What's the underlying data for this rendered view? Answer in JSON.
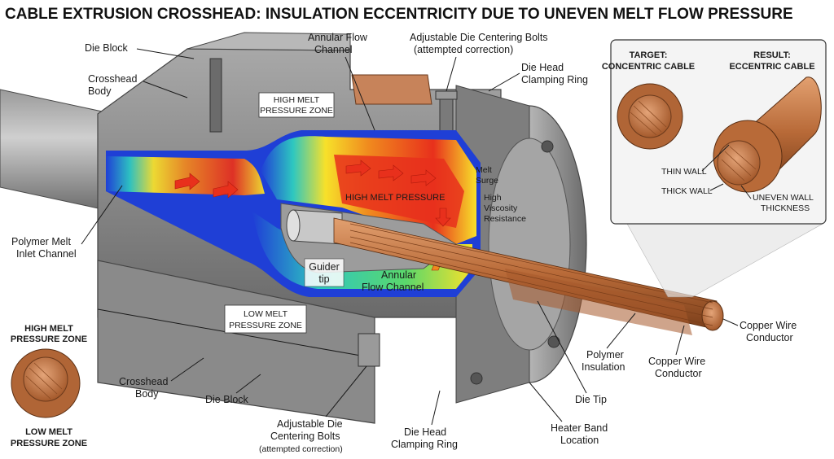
{
  "title": "CABLE EXTRUSION CROSSHEAD: INSULATION ECCENTRICITY DUE TO UNEVEN MELT FLOW PRESSURE",
  "labels": {
    "die_block_top": "Die Block",
    "crosshead_body_top": [
      "Crosshead",
      "Body"
    ],
    "annular_flow_channel_top": [
      "Annular Flow",
      "Channel"
    ],
    "centering_bolts_top": [
      "Adjustable Die Centering Bolts",
      "(attempted correction)"
    ],
    "clamping_ring_top": [
      "Die Head",
      "Clamping Ring"
    ],
    "high_melt_zone_box": [
      "HIGH MELT",
      "PRESSURE ZONE"
    ],
    "high_melt_pressure": "HIGH MELT PRESSURE",
    "melt_surge": [
      "Melt",
      "Surge"
    ],
    "high_viscosity": [
      "High",
      "Viscosity",
      "Resistance"
    ],
    "polymer_inlet": [
      "Polymer Melt",
      "Inlet Channel"
    ],
    "guider_tip": [
      "Guider",
      "tip"
    ],
    "annular_flow_channel_mid": [
      "Annular",
      "Flow Channel"
    ],
    "low_melt_zone_box": [
      "LOW MELT",
      "PRESSURE ZONE"
    ],
    "crosshead_body_bottom": [
      "Crosshead",
      "Body"
    ],
    "die_block_bottom": "Die Block",
    "centering_bolts_bottom": [
      "Adjustable Die",
      "Centering Bolts",
      "(attempted correction)"
    ],
    "clamping_ring_bottom": [
      "Die Head",
      "Clamping Ring"
    ],
    "heater_band": [
      "Heater Band",
      "Location"
    ],
    "die_tip": "Die Tip",
    "polymer_insulation": [
      "Polymer",
      "Insulation"
    ],
    "copper_conductor_1": [
      "Copper Wire",
      "Conductor"
    ],
    "copper_conductor_2": [
      "Copper Wire",
      "Conductor"
    ]
  },
  "inset": {
    "target_heading": [
      "TARGET:",
      "CONCENTRIC CABLE"
    ],
    "result_heading": [
      "RESULT:",
      "ECCENTRIC CABLE"
    ],
    "thin_wall": "THIN WALL",
    "thick_wall": "THICK WALL",
    "uneven_wall": [
      "UNEVEN WALL",
      "THICKNESS"
    ]
  },
  "legend": {
    "high_zone": [
      "HIGH MELT",
      "PRESSURE ZONE"
    ],
    "low_zone": [
      "LOW MELT",
      "PRESSURE ZONE"
    ]
  },
  "colors": {
    "metal": "#8e8e8e",
    "metal_dark": "#5f5f5f",
    "metal_light": "#bdbdbd",
    "copper": "#c77a46",
    "copper_dark": "#8a4a22",
    "melt_high": "#e8301c",
    "melt_mid": "#f7e12a",
    "melt_low": "#1f3fd6",
    "melt_cool": "#2ec7c0"
  }
}
